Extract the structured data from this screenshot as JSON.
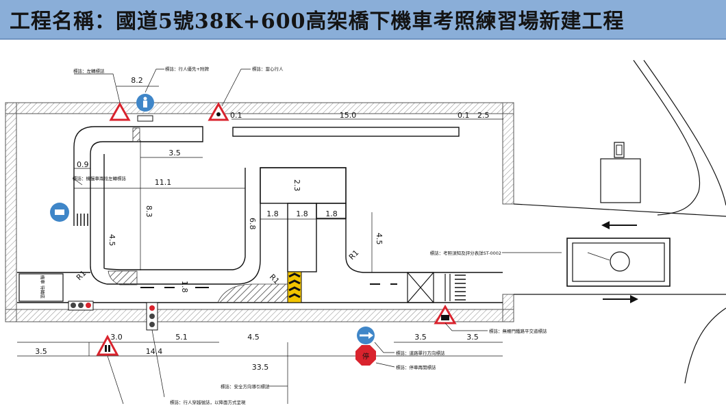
{
  "title": "工程名稱：國道5號38K+600高架橋下機車考照練習場新建工程",
  "dimensions": {
    "d8_2": "8.2",
    "d15_0": "15.0",
    "d0_1_left": "0.1",
    "d0_1_right": "0.1",
    "d2_5": "2.5",
    "d3_5_top": "3.5",
    "d0_9": "0.9",
    "d11_1": "11.1",
    "d8_3": "8.3",
    "d2_3": "2.3",
    "d6_8": "6.8",
    "d1_8_a": "1.8",
    "d1_8_b": "1.8",
    "d1_8_c": "1.8",
    "d4_5_left": "4.5",
    "d4_5_right": "4.5",
    "d1_8_vert": "1.8",
    "r1_a": "R1",
    "r1_b": "R1",
    "r1_c": "R1",
    "d3_0": "3.0",
    "d5_1": "5.1",
    "d4_5_bottom": "4.5",
    "d3_5_left": "3.5",
    "d14_4": "14.4",
    "d33_5": "33.5",
    "d3_5_br1": "3.5",
    "d3_5_br2": "3.5"
  },
  "labels": {
    "left_turn_sign": "標誌：左轉標誌",
    "pedestrian_priority": "標誌：行人優先+附牌",
    "watch_pedestrians": "標誌：當心行人",
    "left_turn_two_stage": "標誌：機慢車兩段左轉標誌",
    "exam_notice": "標誌：考照須知及評分表詳ST-0002",
    "railroad_crossing": "標誌：無柵門鐵路平交道標誌",
    "one_way": "標誌：道路單行方向標誌",
    "stop_sign": "標誌：停車再開標誌",
    "safety_direction": "標誌：安全方向導引標誌",
    "pedestrian_crossing": "標誌：行人穿越號誌，以降面方式呈現",
    "waiting_area": "機車\n待轉區",
    "stop_text": "停"
  },
  "colors": {
    "title_bg": "#8aaed8",
    "sign_red": "#d9232d",
    "sign_blue": "#3f86c8",
    "hatch": "#444444",
    "chevron_yellow": "#f2c400"
  },
  "icons": [
    "warning-triangle-icon",
    "pedestrian-circle-icon",
    "motorcycle-circle-icon",
    "arrow-circle-icon",
    "stop-octagon-icon",
    "traffic-light-icon",
    "arrow-left-icon",
    "arrow-right-icon"
  ]
}
